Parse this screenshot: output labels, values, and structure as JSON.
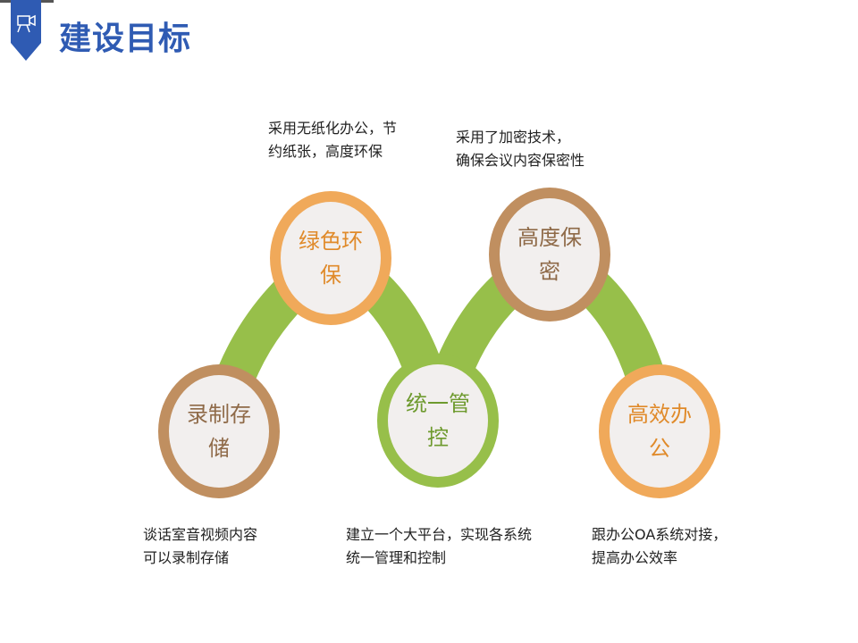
{
  "header": {
    "title": "建设目标",
    "icon": "projector-icon"
  },
  "colors": {
    "orange": "#f0a95a",
    "brown": "#c08f60",
    "green": "#97bf4a",
    "accent": "#2f5bb3"
  },
  "nodes": [
    {
      "label": "录制存储",
      "desc": [
        "谈话室音视频内容",
        "可以录制存储"
      ]
    },
    {
      "label": "绿色环保",
      "desc": [
        "采用无纸化办公，节",
        "约纸张，高度环保"
      ]
    },
    {
      "label": "统一管控",
      "desc": [
        "建立一个大平台，实现各系统",
        "统一管理和控制"
      ]
    },
    {
      "label": "高度保密",
      "desc": [
        "采用了加密技术，",
        "确保会议内容保密性"
      ]
    },
    {
      "label": "高效办公",
      "desc": [
        "跟办公OA系统对接，",
        "提高办公效率"
      ]
    }
  ]
}
